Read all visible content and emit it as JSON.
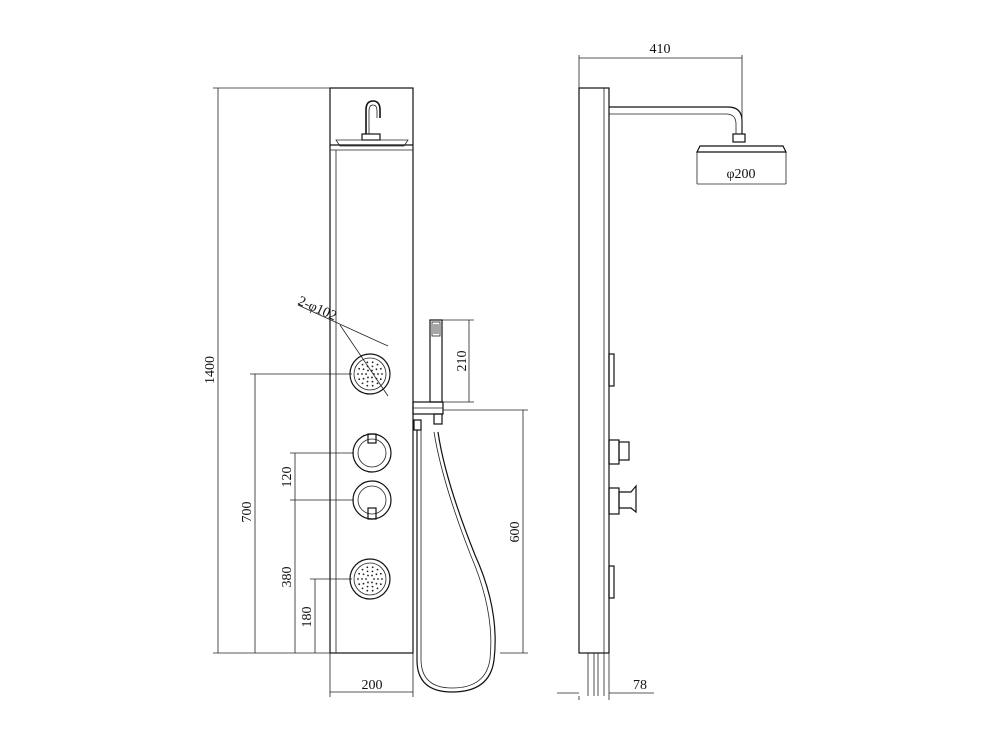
{
  "front_view": {
    "label_head_diameter": "2-φ102",
    "dim_height_total": "1400",
    "dim_height_jet_upper": "700",
    "dim_valve_spacing": "120",
    "dim_height_valve_lower": "380",
    "dim_height_jet_lower": "180",
    "dim_handset_height": "210",
    "dim_handset_mount": "600",
    "dim_panel_width": "200"
  },
  "side_view": {
    "dim_arm_projection": "410",
    "dim_rainhead_diameter": "φ200",
    "dim_panel_depth": "78"
  }
}
